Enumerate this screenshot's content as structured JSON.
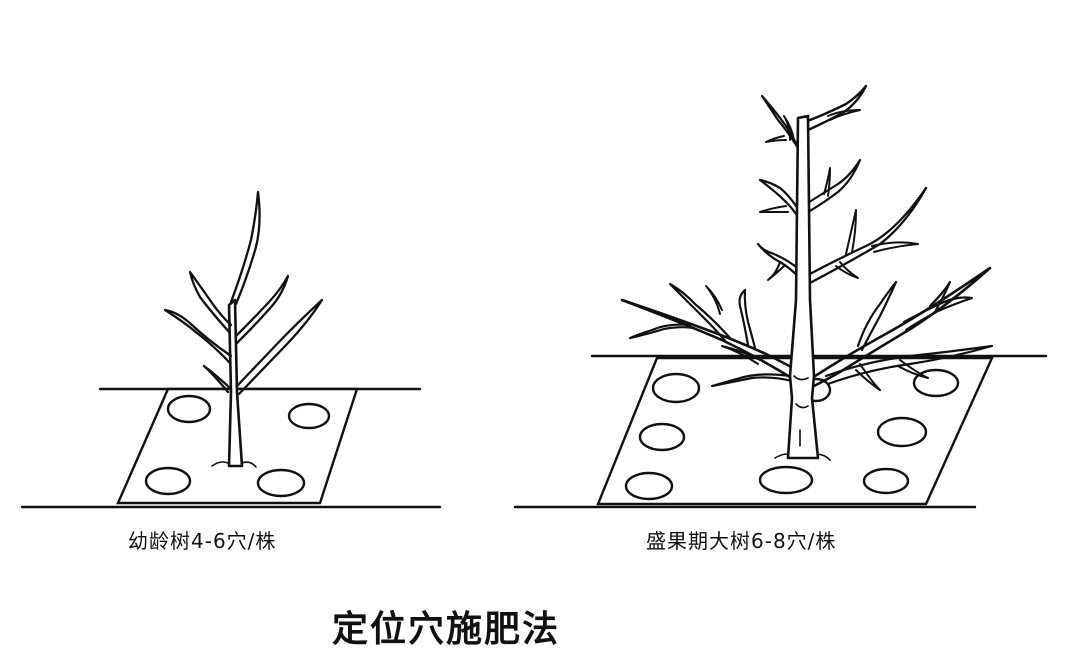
{
  "captions": {
    "young_tree": "幼龄树4-6穴/株",
    "mature_tree": "盛果期大树6-8穴/株",
    "title": "定位穴施肥法"
  },
  "colors": {
    "ink": "#111111",
    "background": "#ffffff"
  }
}
